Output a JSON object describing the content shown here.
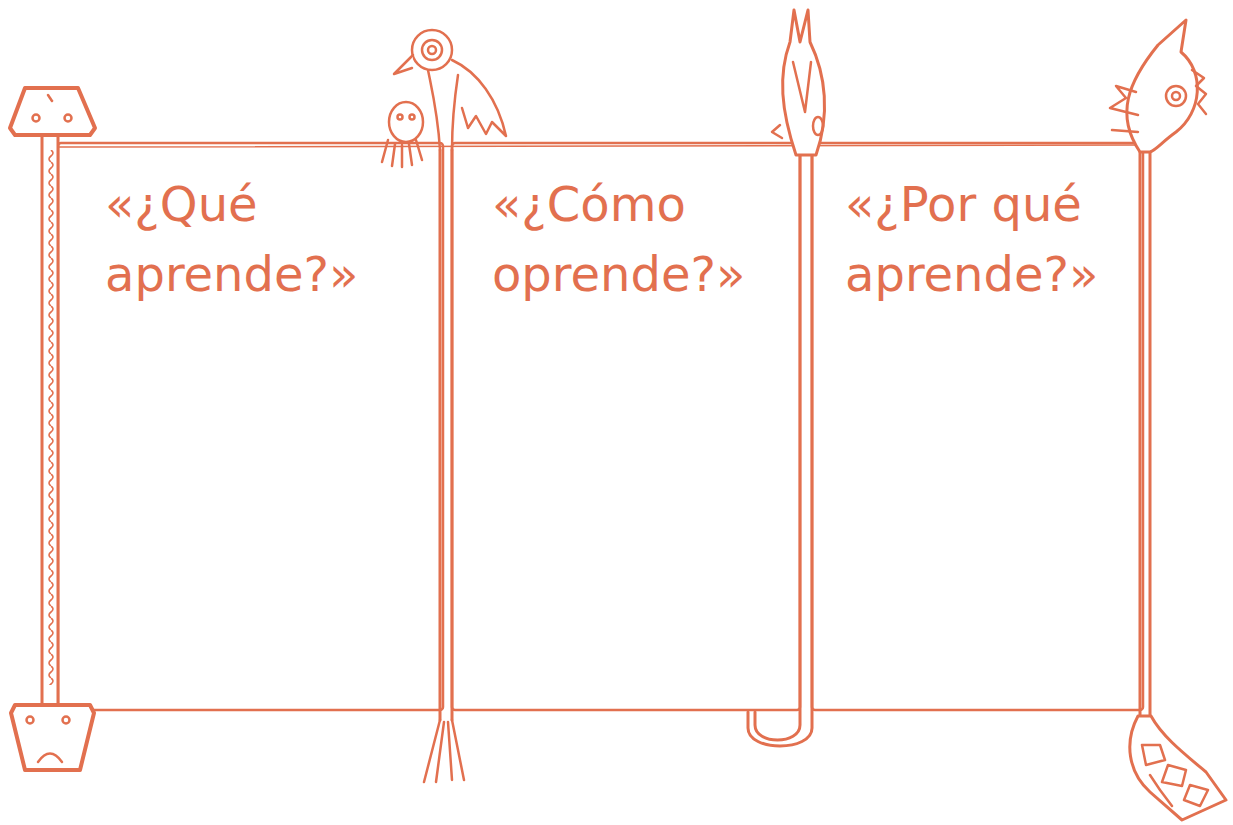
{
  "diagram": {
    "nodes": [
      {
        "text": [
          "«¿Qué aprende?»"
        ]
      },
      {
        "text": [
          "«¿Cómo oprende?»"
        ]
      },
      {
        "text": [
          "«¿Por qué aprende?»"
        ]
      }
    ]
  }
}
